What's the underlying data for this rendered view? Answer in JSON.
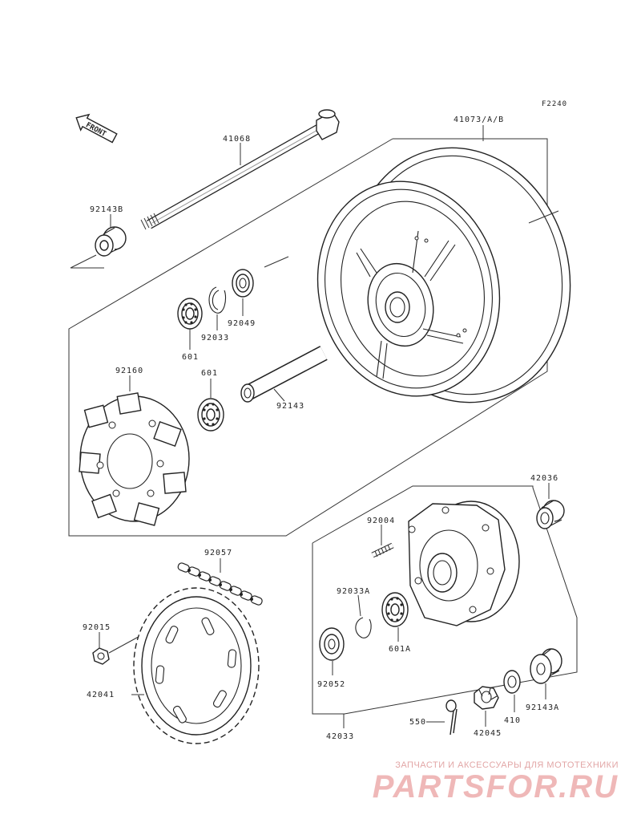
{
  "diagram_code": "F2240",
  "front_label": "FRONT",
  "parts": {
    "p41068": "41068",
    "p41073": "41073/A/B",
    "p92143B": "92143B",
    "p92049": "92049",
    "p92033": "92033",
    "p601_top": "601",
    "p601_mid": "601",
    "p92160": "92160",
    "p92143": "92143",
    "p42036": "42036",
    "p92004": "92004",
    "p92057": "92057",
    "p92033A": "92033A",
    "p601A": "601A",
    "p92015": "92015",
    "p92052": "92052",
    "p42041": "42041",
    "p42033": "42033",
    "p550": "550",
    "p42045": "42045",
    "p410": "410",
    "p92143A": "92143A"
  },
  "watermark": {
    "tagline": "ЗАПЧАСТИ И АКСЕССУАРЫ ДЛЯ МОТОТЕХНИКИ",
    "logo": "PARTSFOR.RU",
    "color": "#e8a0a0"
  }
}
